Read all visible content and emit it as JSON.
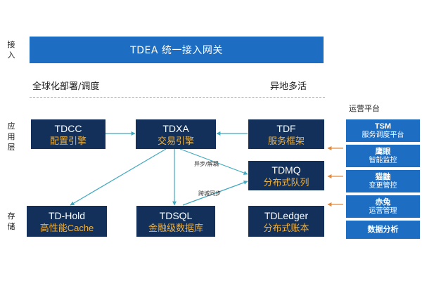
{
  "layers": {
    "access": "接\n入",
    "application": "应\n用\n层",
    "storage": "存\n储"
  },
  "gateway": {
    "label": "TDEA 统一接入网关"
  },
  "notes": {
    "global": "全球化部署/调度",
    "multi_site": "异地多活"
  },
  "services": {
    "tdcc": {
      "name": "TDCC",
      "desc": "配置引擎"
    },
    "tdxa": {
      "name": "TDXA",
      "desc": "交易引擎"
    },
    "tdf": {
      "name": "TDF",
      "desc": "服务框架"
    },
    "tdmq": {
      "name": "TDMQ",
      "desc": "分布式队列"
    },
    "tdhold": {
      "name": "TD-Hold",
      "desc": "高性能Cache"
    },
    "tdsql": {
      "name": "TDSQL",
      "desc": "金融级数据库"
    },
    "tdledger": {
      "name": "TDLedger",
      "desc": "分布式账本"
    }
  },
  "edges": {
    "async_label": "异步/解耦",
    "sync_label": "跨城同步"
  },
  "ops": {
    "header": "运营平台",
    "items": [
      {
        "name": "TSM",
        "desc": "服务调度平台"
      },
      {
        "name": "鹰眼",
        "desc": "智能监控"
      },
      {
        "name": "猫鼬",
        "desc": "变更管控"
      },
      {
        "name": "赤兔",
        "desc": "运营管理"
      },
      {
        "name": "数据分析",
        "desc": ""
      }
    ]
  },
  "colors": {
    "gateway_blue": "#1d6ec2",
    "box_navy": "#12305a",
    "accent_orange": "#f0b03c",
    "connector_teal": "#3fa9c0",
    "arrow_orange": "#e08a3c"
  }
}
